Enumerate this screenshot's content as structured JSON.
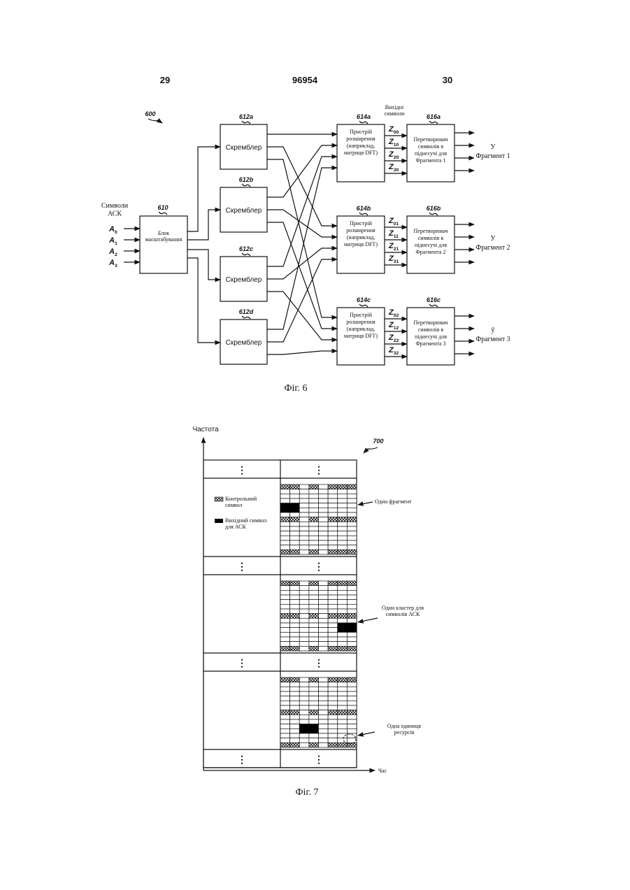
{
  "header": {
    "left_page": "29",
    "doc_number": "96954",
    "right_page": "30"
  },
  "fig6": {
    "ref": "600",
    "input_title": "Символи\nАСК",
    "inputs": [
      "A0",
      "A1",
      "A2",
      "A3"
    ],
    "scaling": {
      "ref": "610",
      "label": "Блок\nмасштабування"
    },
    "scramblers": [
      {
        "ref": "612a",
        "label": "Скремблер"
      },
      {
        "ref": "612b",
        "label": "Скремблер"
      },
      {
        "ref": "612c",
        "label": "Скремблер"
      },
      {
        "ref": "612d",
        "label": "Скремблер"
      }
    ],
    "output_symbols_title": "Вихідні\nсимволи",
    "spreaders": [
      {
        "ref": "614a",
        "label": "Пристрій\nрозширення\n(наприклад,\nматриця DFT)",
        "outputs": [
          "Z00",
          "Z10",
          "Z20",
          "Z30"
        ]
      },
      {
        "ref": "614b",
        "label": "Пристрій\nрозширення\n(наприклад,\nматриця DFT)",
        "outputs": [
          "Z01",
          "Z11",
          "Z21",
          "Z31"
        ]
      },
      {
        "ref": "614c",
        "label": "Пристрій\nрозширення\n(наприклад,\nматриця DFT)",
        "outputs": [
          "Z02",
          "Z12",
          "Z22",
          "Z32"
        ]
      }
    ],
    "converters": [
      {
        "ref": "616a",
        "label": "Перетворювач\nсимволів в\nпіднесучі для\nФрагмента 1",
        "out_symbol": "У",
        "out_label": "Фрагмент 1"
      },
      {
        "ref": "616b",
        "label": "Перетворювач\nсимволів в\nпіднесучі для\nФрагмента 2",
        "out_symbol": "У",
        "out_label": "Фрагмент 2"
      },
      {
        "ref": "616c",
        "label": "Перетворювач\nсимволів в\nпіднесучі для\nФрагмента 3",
        "out_symbol": "ỹ",
        "out_label": "Фрагмент 3"
      }
    ],
    "caption": "Фіг. 6"
  },
  "fig7": {
    "ref": "700",
    "y_axis": "Частота",
    "x_axis": "Час",
    "ellipsis": "⋮",
    "legend": [
      {
        "key": "control",
        "label": "Контрольний\nсимвол"
      },
      {
        "key": "output",
        "label": "Вихідний символ\nдля АСК"
      }
    ],
    "annotations": [
      {
        "label": "Один фрагмент"
      },
      {
        "label": "Один кластер для\nсимволів АСК"
      },
      {
        "label": "Одна одиниця\nресурсів"
      }
    ],
    "caption": "Фіг. 7",
    "colors": {
      "control_fill": "#8a8a8a",
      "output_fill": "#000000"
    }
  }
}
